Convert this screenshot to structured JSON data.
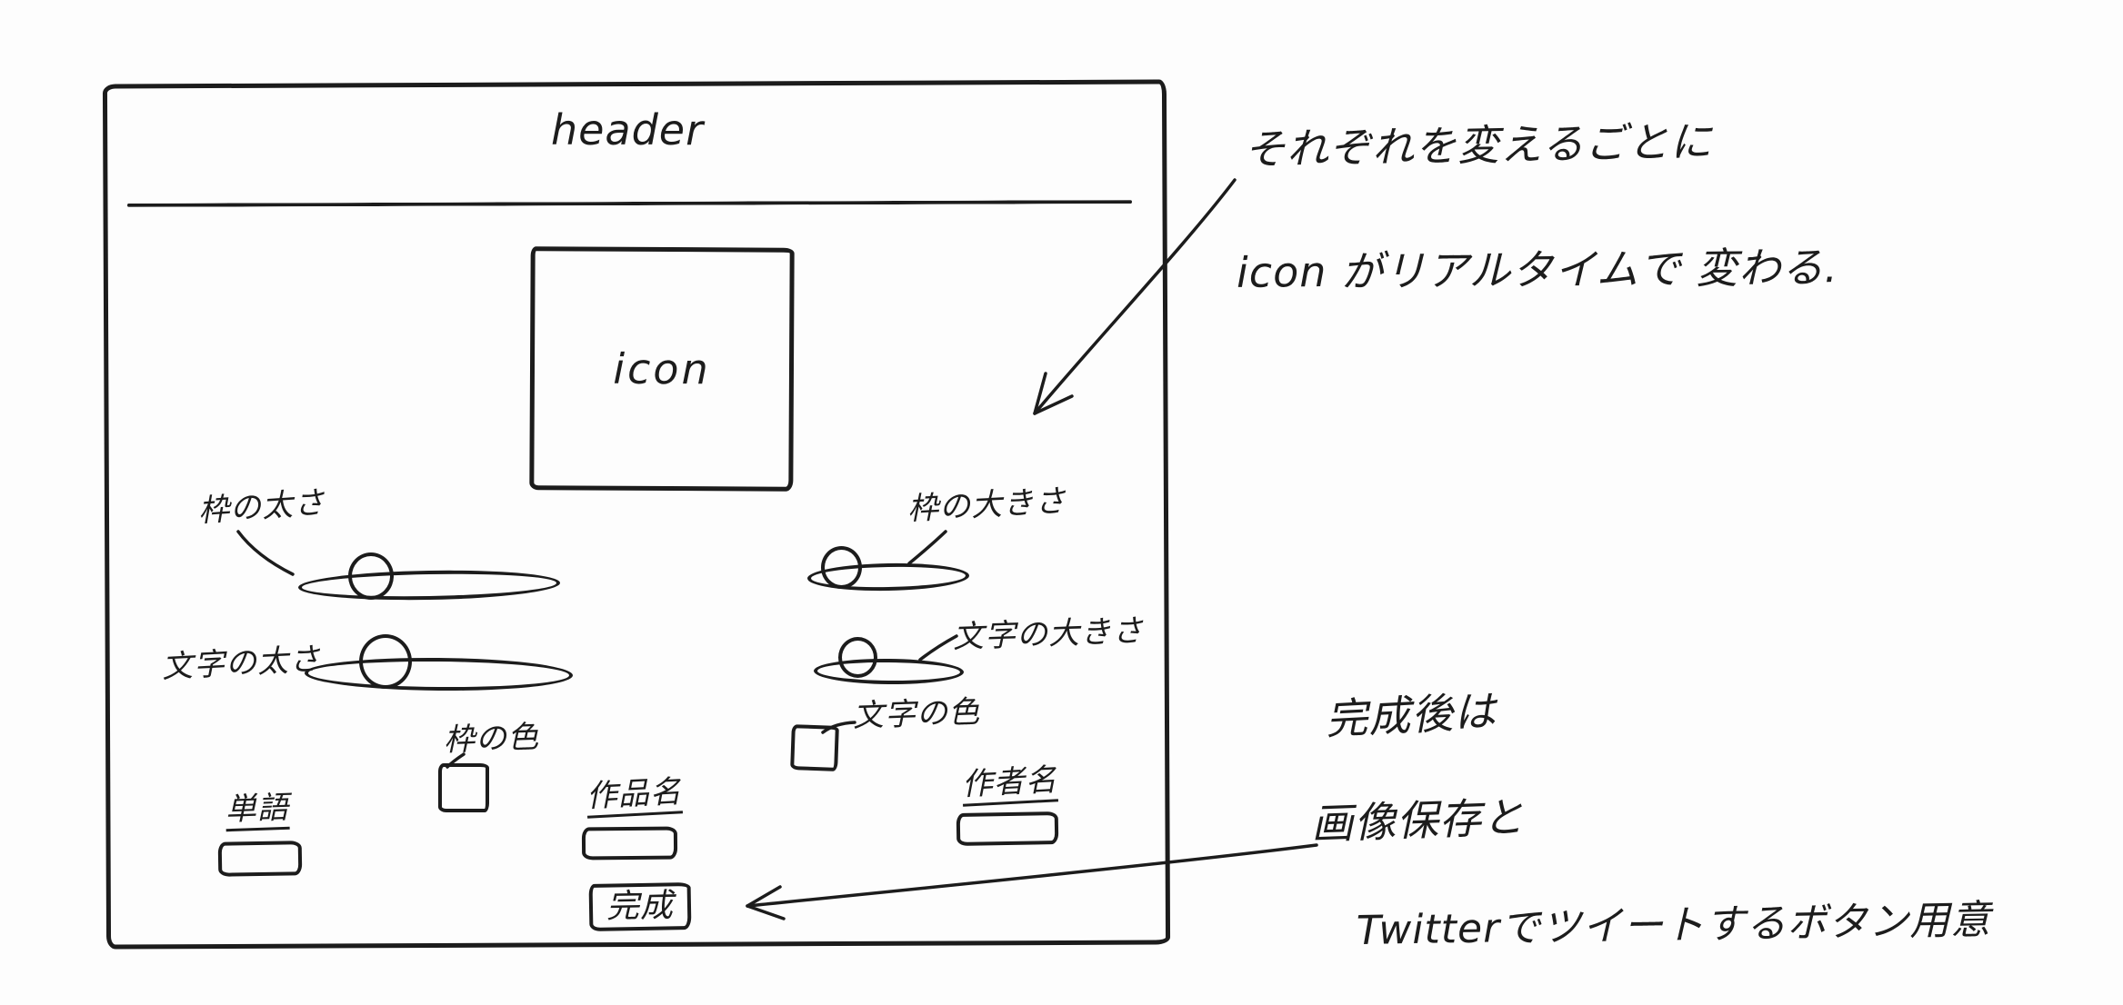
{
  "frame": {
    "header": "header",
    "icon": "icon",
    "sliders": {
      "left": [
        {
          "label": "枠の太さ"
        },
        {
          "label": "文字の太さ"
        }
      ],
      "right": [
        {
          "label": "枠の大きさ"
        },
        {
          "label": "文字の大きさ"
        }
      ]
    },
    "color_swatches": [
      {
        "label": "枠の色"
      },
      {
        "label": "文字の色"
      }
    ],
    "inputs": [
      {
        "label": "単語"
      },
      {
        "label": "作品名"
      },
      {
        "label": "作者名"
      }
    ],
    "complete_button": "完成"
  },
  "annotations": {
    "realtime": [
      "それぞれを変えるごとに",
      "icon がリアルタイムで 変わる."
    ],
    "after_complete": [
      "完成後は",
      "画像保存と",
      "Twitterでツイートするボタン用意"
    ]
  },
  "colors": {
    "ink": "#1c1c1c",
    "paper": "#fdfdfd"
  }
}
